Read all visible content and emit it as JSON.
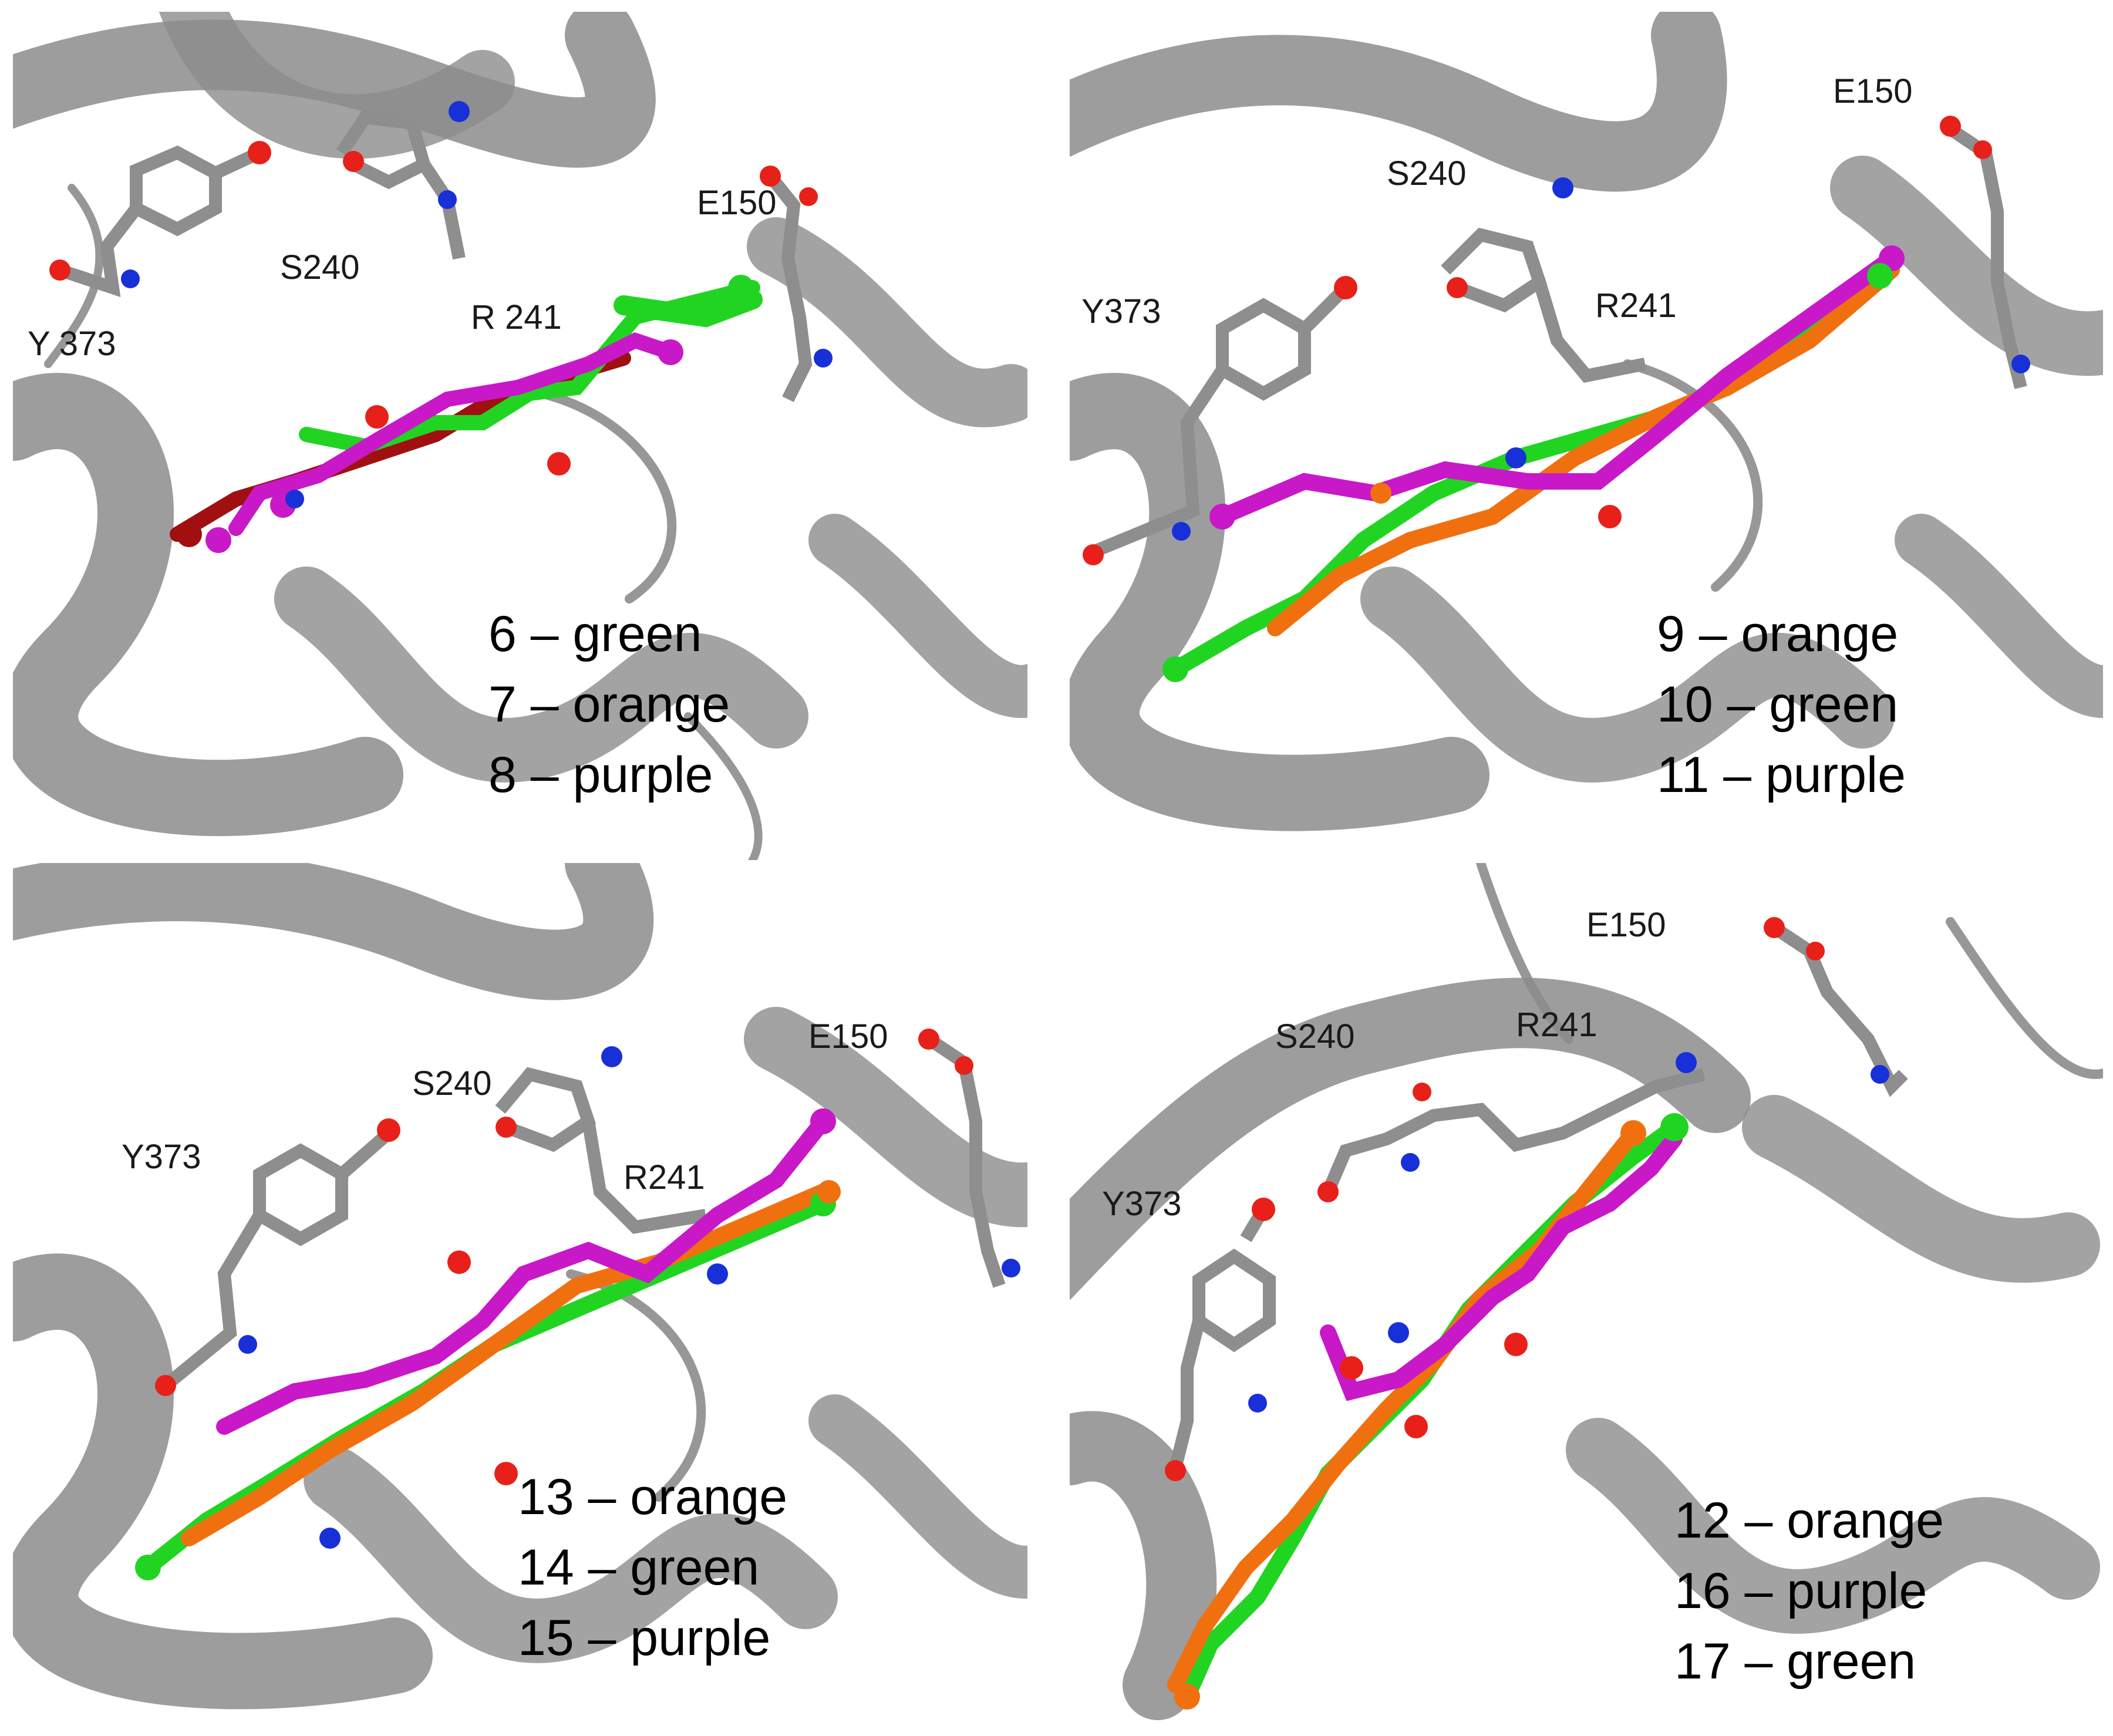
{
  "colors": {
    "background": "#ffffff",
    "protein_ribbon": "#8c8c8c",
    "carbon_protein": "#8e8e8e",
    "oxygen": "#e8201a",
    "nitrogen": "#1830d8",
    "hydrogen": "#f2f2f2",
    "green": "#22d422",
    "orange": "#f07010",
    "purple": "#c818c8",
    "dark_red": "#a01010"
  },
  "panels": [
    {
      "labels": {
        "y373": "Y 373",
        "s240": "S240",
        "r241": "R 241",
        "e150": "E150"
      },
      "legend": [
        "6 – green",
        "7 – orange",
        "8 – purple"
      ]
    },
    {
      "labels": {
        "y373": "Y373",
        "s240": "S240",
        "r241": "R241",
        "e150": "E150"
      },
      "legend": [
        "9 – orange",
        "10 – green",
        "11 – purple"
      ]
    },
    {
      "labels": {
        "y373": "Y373",
        "s240": "S240",
        "r241": "R241",
        "e150": "E150"
      },
      "legend": [
        "13 – orange",
        "14 – green",
        "15 – purple"
      ]
    },
    {
      "labels": {
        "y373": "Y373",
        "s240": "S240",
        "r241": "R241",
        "e150": "E150"
      },
      "legend": [
        "12 – orange",
        "16 – purple",
        "17 – green"
      ]
    }
  ]
}
